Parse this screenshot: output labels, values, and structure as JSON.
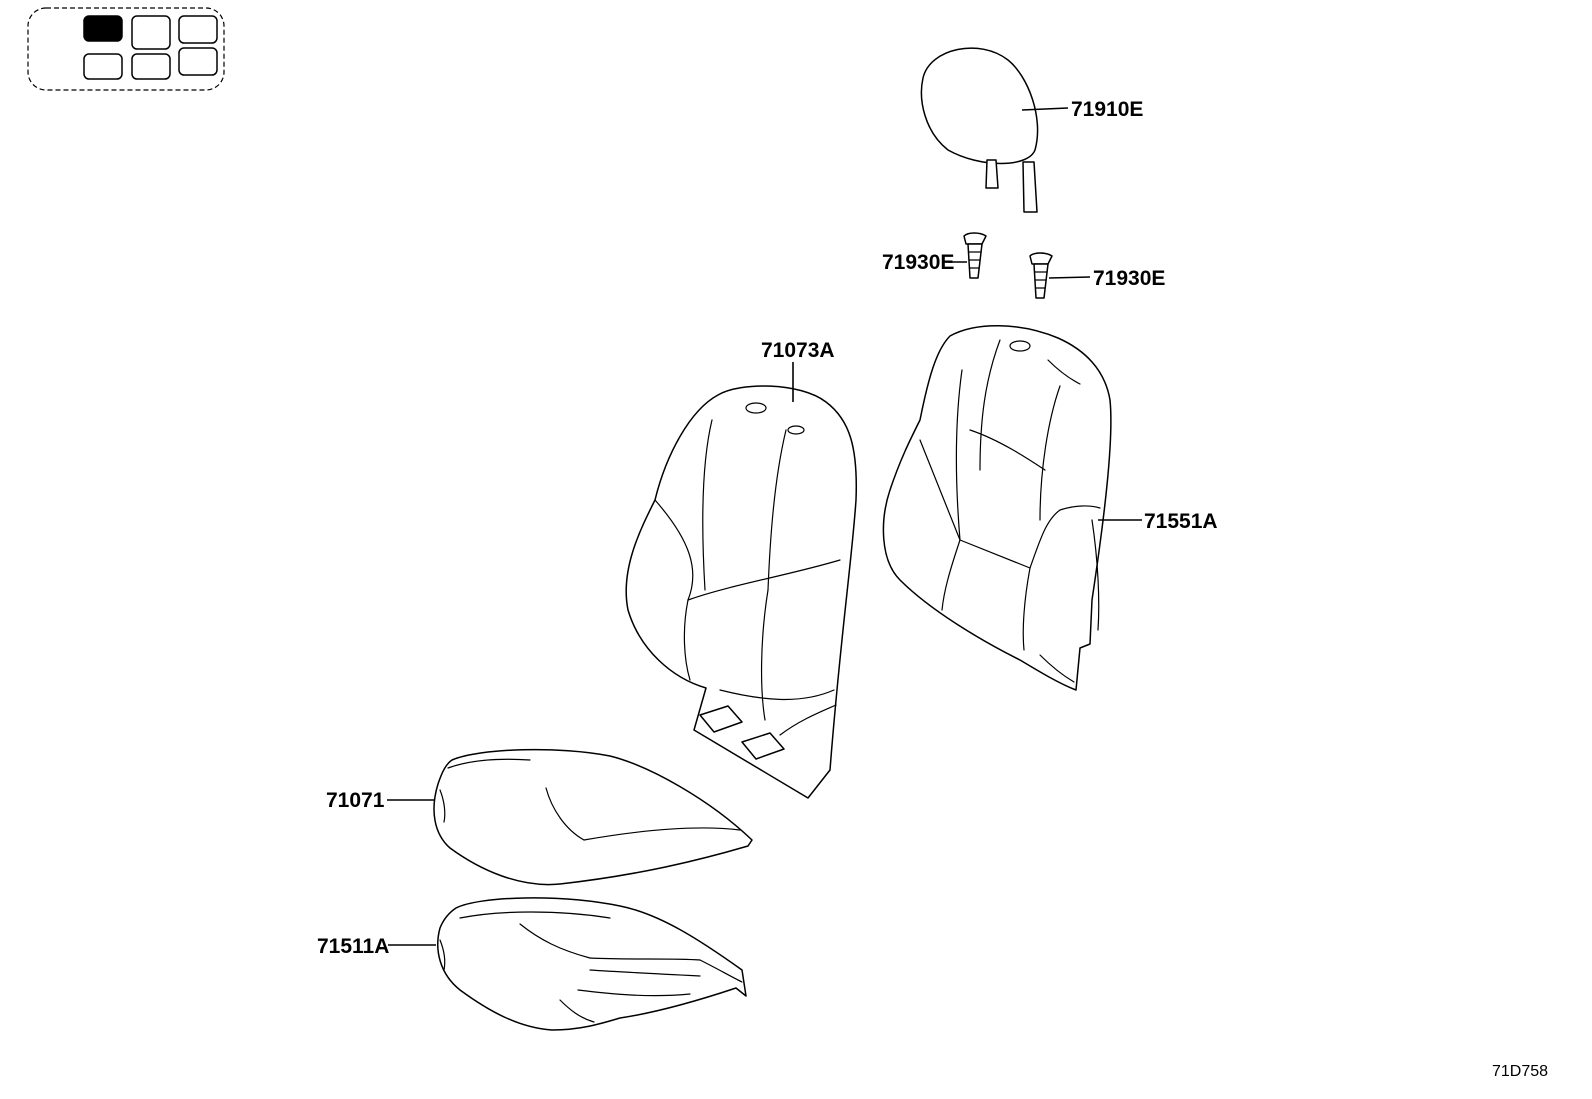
{
  "seat_position_locator": {
    "description_icon": "seat-row-locator-icon",
    "highlighted_seat": "front-left",
    "highlight_color": "#000000"
  },
  "callouts": {
    "headrest": "71910E",
    "headrest_guide_left": "71930E",
    "headrest_guide_right": "71930E",
    "seatback_pad": "71073A",
    "seatback_frame_cover": "71551A",
    "cushion_pad": "71071",
    "cushion_frame": "71511A"
  },
  "document_number": "71D758"
}
